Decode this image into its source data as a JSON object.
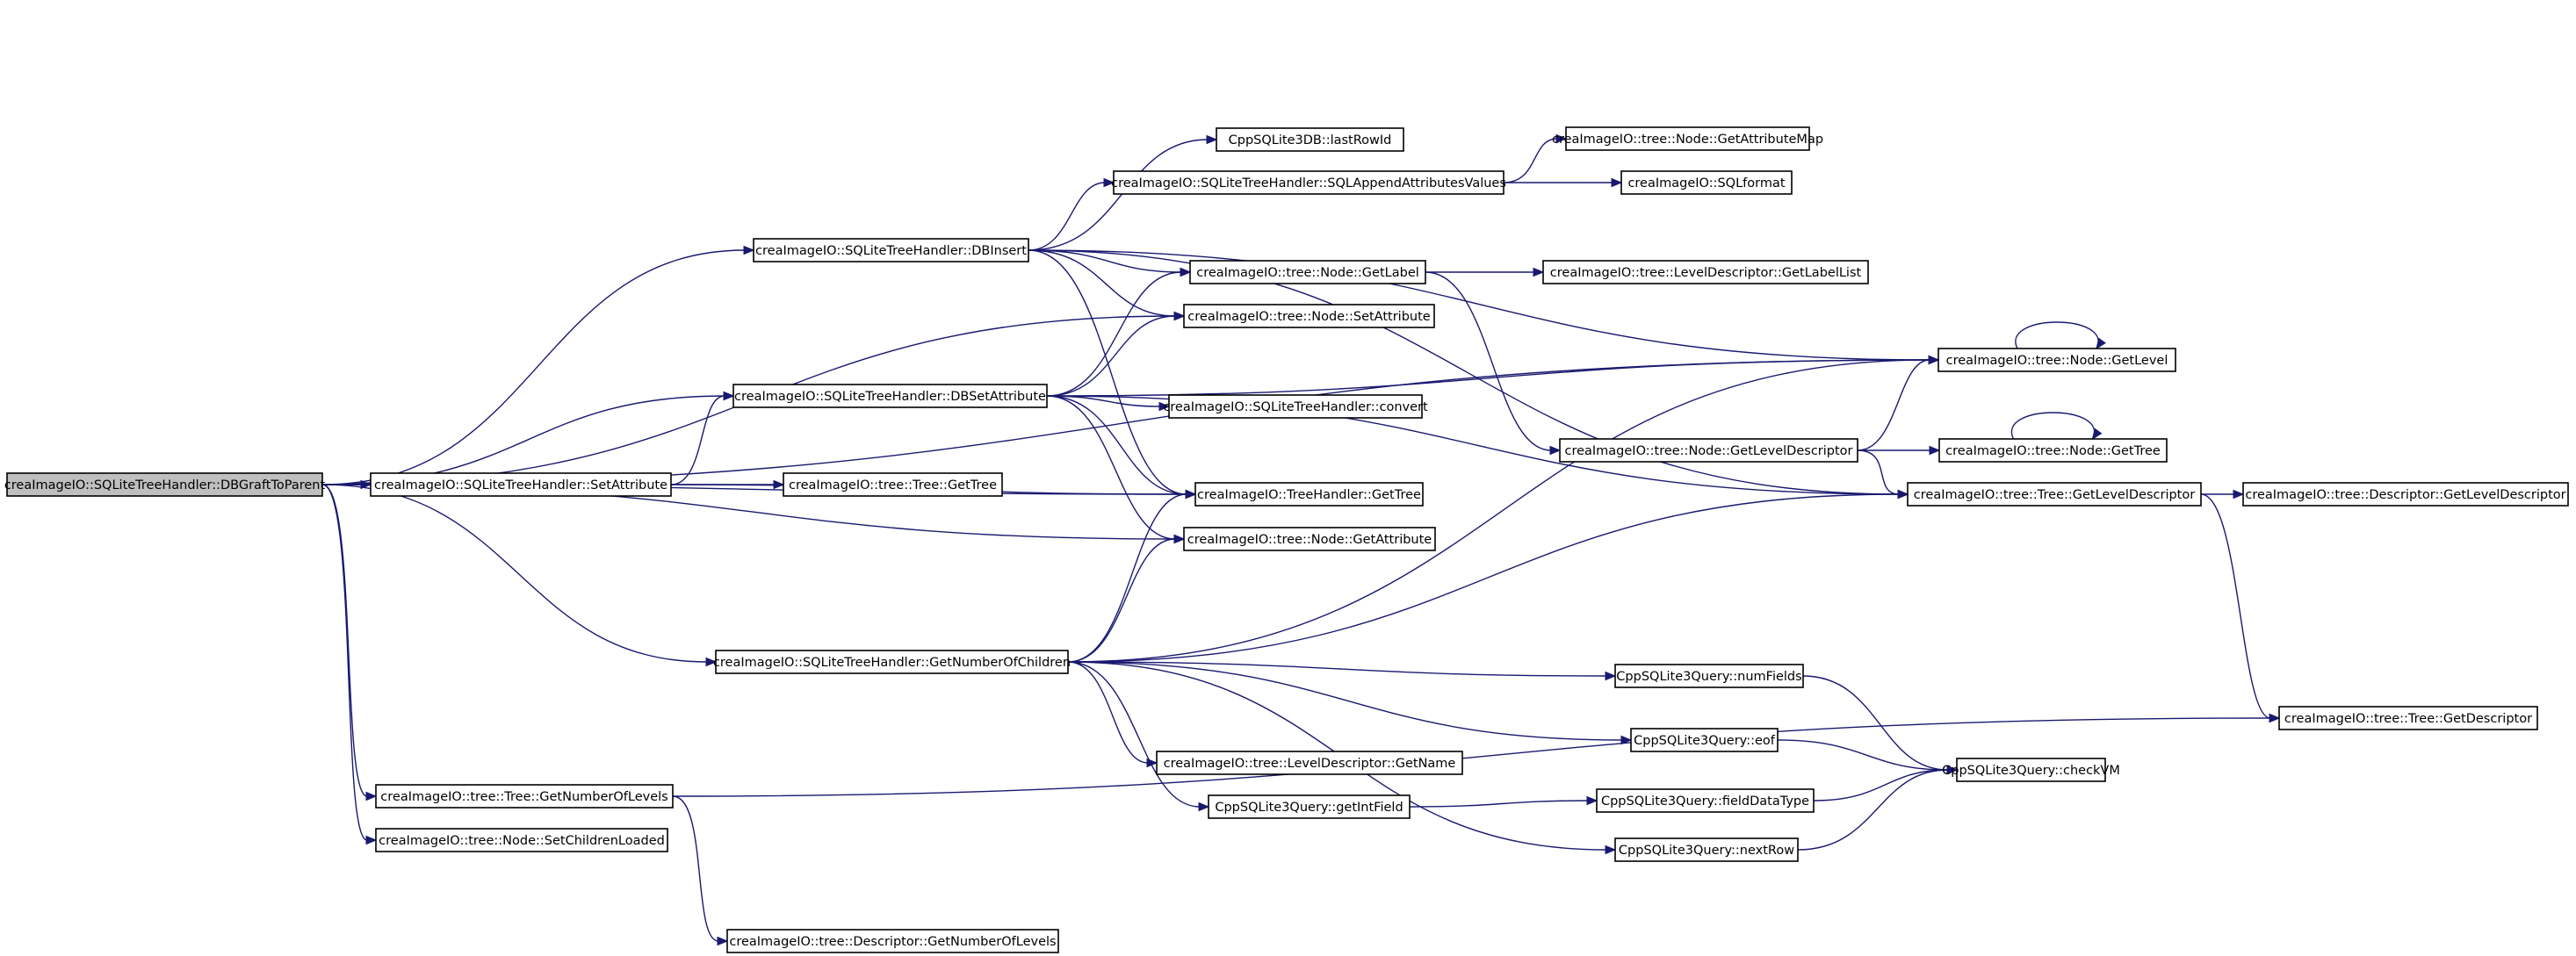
{
  "colors": {
    "edge": "#191970",
    "node_border": "#000000",
    "root_fill": "#bfbfbf",
    "node_fill": "#ffffff"
  },
  "nodes": [
    {
      "id": "n0",
      "label": "creaImageIO::SQLiteTreeHandler::DBGraftToParent",
      "root": true
    },
    {
      "id": "n1",
      "label": "creaImageIO::SQLiteTreeHandler::DBInsert"
    },
    {
      "id": "n2",
      "label": "CppSQLite3DB::lastRowId"
    },
    {
      "id": "n3",
      "label": "creaImageIO::SQLiteTreeHandler::SQLAppendAttributesValues"
    },
    {
      "id": "n4",
      "label": "creaImageIO::tree::Node::GetAttributeMap"
    },
    {
      "id": "n5",
      "label": "creaImageIO::SQLformat"
    },
    {
      "id": "n6",
      "label": "creaImageIO::tree::Node::GetLabel"
    },
    {
      "id": "n7",
      "label": "creaImageIO::tree::LevelDescriptor::GetLabelList"
    },
    {
      "id": "n8",
      "label": "creaImageIO::tree::Node::SetAttribute"
    },
    {
      "id": "n9",
      "label": "creaImageIO::tree::Node::GetLevel"
    },
    {
      "id": "n10",
      "label": "creaImageIO::SQLiteTreeHandler::DBSetAttribute"
    },
    {
      "id": "n11",
      "label": "creaImageIO::SQLiteTreeHandler::convert"
    },
    {
      "id": "n12",
      "label": "creaImageIO::tree::Node::GetLevelDescriptor"
    },
    {
      "id": "n13",
      "label": "creaImageIO::tree::Node::GetTree"
    },
    {
      "id": "n14",
      "label": "creaImageIO::SQLiteTreeHandler::SetAttribute"
    },
    {
      "id": "n15",
      "label": "creaImageIO::tree::Tree::GetTree"
    },
    {
      "id": "n16",
      "label": "creaImageIO::TreeHandler::GetTree"
    },
    {
      "id": "n17",
      "label": "creaImageIO::tree::Tree::GetLevelDescriptor"
    },
    {
      "id": "n18",
      "label": "creaImageIO::tree::Descriptor::GetLevelDescriptor"
    },
    {
      "id": "n19",
      "label": "creaImageIO::tree::Node::GetAttribute"
    },
    {
      "id": "n20",
      "label": "creaImageIO::SQLiteTreeHandler::GetNumberOfChildren"
    },
    {
      "id": "n21",
      "label": "CppSQLite3Query::numFields"
    },
    {
      "id": "n22",
      "label": "creaImageIO::tree::Tree::GetDescriptor"
    },
    {
      "id": "n23",
      "label": "CppSQLite3Query::eof"
    },
    {
      "id": "n24",
      "label": "CppSQLite3Query::checkVM"
    },
    {
      "id": "n25",
      "label": "creaImageIO::tree::LevelDescriptor::GetName"
    },
    {
      "id": "n26",
      "label": "creaImageIO::tree::Tree::GetNumberOfLevels"
    },
    {
      "id": "n27",
      "label": "CppSQLite3Query::getIntField"
    },
    {
      "id": "n28",
      "label": "CppSQLite3Query::fieldDataType"
    },
    {
      "id": "n29",
      "label": "creaImageIO::tree::Node::SetChildrenLoaded"
    },
    {
      "id": "n30",
      "label": "CppSQLite3Query::nextRow"
    },
    {
      "id": "n31",
      "label": "creaImageIO::tree::Descriptor::GetNumberOfLevels"
    }
  ],
  "edges": [
    [
      "n0",
      "n1"
    ],
    [
      "n0",
      "n9"
    ],
    [
      "n0",
      "n8"
    ],
    [
      "n0",
      "n10"
    ],
    [
      "n0",
      "n14"
    ],
    [
      "n0",
      "n16"
    ],
    [
      "n0",
      "n19"
    ],
    [
      "n0",
      "n20"
    ],
    [
      "n0",
      "n26"
    ],
    [
      "n0",
      "n29"
    ],
    [
      "n1",
      "n2"
    ],
    [
      "n1",
      "n3"
    ],
    [
      "n1",
      "n6"
    ],
    [
      "n1",
      "n8"
    ],
    [
      "n1",
      "n9"
    ],
    [
      "n1",
      "n17"
    ],
    [
      "n1",
      "n16"
    ],
    [
      "n3",
      "n4"
    ],
    [
      "n3",
      "n5"
    ],
    [
      "n6",
      "n7"
    ],
    [
      "n6",
      "n12"
    ],
    [
      "n9",
      "n9"
    ],
    [
      "n13",
      "n13"
    ],
    [
      "n10",
      "n6"
    ],
    [
      "n10",
      "n8"
    ],
    [
      "n10",
      "n9"
    ],
    [
      "n10",
      "n11"
    ],
    [
      "n10",
      "n16"
    ],
    [
      "n10",
      "n17"
    ],
    [
      "n10",
      "n19"
    ],
    [
      "n12",
      "n9"
    ],
    [
      "n12",
      "n13"
    ],
    [
      "n12",
      "n17"
    ],
    [
      "n14",
      "n10"
    ],
    [
      "n14",
      "n15"
    ],
    [
      "n14",
      "n16"
    ],
    [
      "n17",
      "n18"
    ],
    [
      "n17",
      "n22"
    ],
    [
      "n20",
      "n16"
    ],
    [
      "n20",
      "n19"
    ],
    [
      "n20",
      "n9"
    ],
    [
      "n20",
      "n17"
    ],
    [
      "n20",
      "n21"
    ],
    [
      "n20",
      "n23"
    ],
    [
      "n20",
      "n25"
    ],
    [
      "n20",
      "n27"
    ],
    [
      "n20",
      "n30"
    ],
    [
      "n21",
      "n24"
    ],
    [
      "n23",
      "n24"
    ],
    [
      "n27",
      "n28"
    ],
    [
      "n28",
      "n24"
    ],
    [
      "n30",
      "n24"
    ],
    [
      "n26",
      "n31"
    ],
    [
      "n26",
      "n22"
    ]
  ]
}
